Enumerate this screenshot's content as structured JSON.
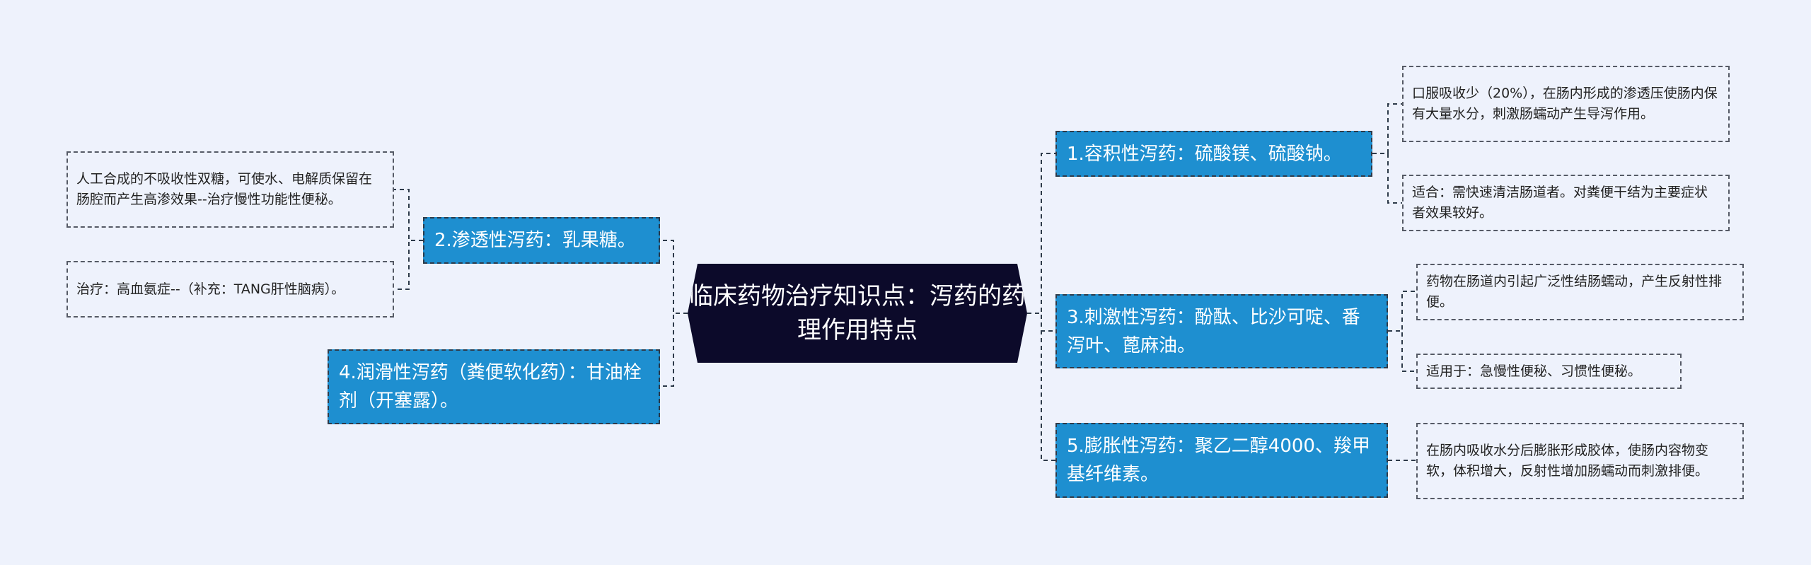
{
  "colors": {
    "background": "#eef2fc",
    "root_fill": "#0c0a2a",
    "branch_fill": "#1e8fd0",
    "connector": "#2d3a4a"
  },
  "root": {
    "text": "临床药物治疗知识点：泻药的药理作用特点"
  },
  "branches": {
    "b1": {
      "text": "1.容积性泻药：硫酸镁、硫酸钠。",
      "details": [
        "口服吸收少（20%），在肠内形成的渗透压使肠内保有大量水分，刺激肠蠕动产生导泻作用。",
        "适合：需快速清洁肠道者。对粪便干结为主要症状者效果较好。"
      ]
    },
    "b2": {
      "text": "2.渗透性泻药：乳果糖。",
      "details": [
        "人工合成的不吸收性双糖，可使水、电解质保留在肠腔而产生高渗效果--治疗慢性功能性便秘。",
        "治疗：高血氨症--（补充：TANG肝性脑病）。"
      ]
    },
    "b3": {
      "text": "3.刺激性泻药：酚酞、比沙可啶、番泻叶、蓖麻油。",
      "details": [
        "药物在肠道内引起广泛性结肠蠕动，产生反射性排便。",
        "适用于：急慢性便秘、习惯性便秘。"
      ]
    },
    "b4": {
      "text": "4.润滑性泻药（粪便软化药）：甘油栓剂（开塞露）。",
      "details": []
    },
    "b5": {
      "text": "5.膨胀性泻药：聚乙二醇4000、羧甲基纤维素。",
      "details": [
        "在肠内吸收水分后膨胀形成胶体，使肠内容物变软，体积增大，反射性增加肠蠕动而刺激排便。"
      ]
    }
  }
}
